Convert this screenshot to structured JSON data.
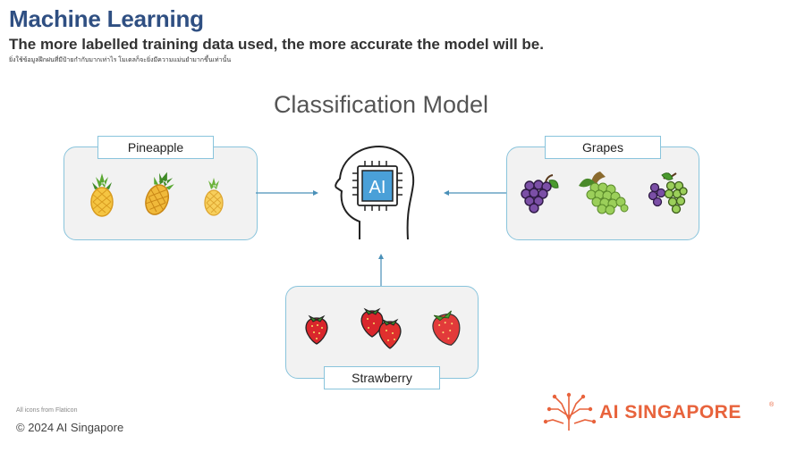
{
  "header": {
    "title": "Machine Learning",
    "subtitle": "The more labelled training data used, the more accurate the model will be.",
    "caption": "ยิ่งใช้ข้อมูลฝึกฝนที่มีป้ายกำกับมากเท่าไร โมเดลก็จะยิ่งมีความแม่นยำมากขึ้นเท่านั้น"
  },
  "diagram": {
    "title": "Classification Model",
    "center_icon_label": "AI",
    "groups": [
      {
        "label": "Pineapple",
        "icon": "pineapple-icon",
        "count": 3
      },
      {
        "label": "Grapes",
        "icon": "grapes-icon",
        "count": 3
      },
      {
        "label": "Strawberry",
        "icon": "strawberry-icon",
        "count": 3
      }
    ],
    "colors": {
      "border": "#89c4dc",
      "panel": "#f2f2f2",
      "arrow": "#4a90b8"
    }
  },
  "footer": {
    "icons_credit": "All icons from Flaticon",
    "copyright": "© 2024 AI Singapore",
    "logo_text": "AI SINGAPORE",
    "logo_mark": "®",
    "logo_color": "#e8633c"
  }
}
